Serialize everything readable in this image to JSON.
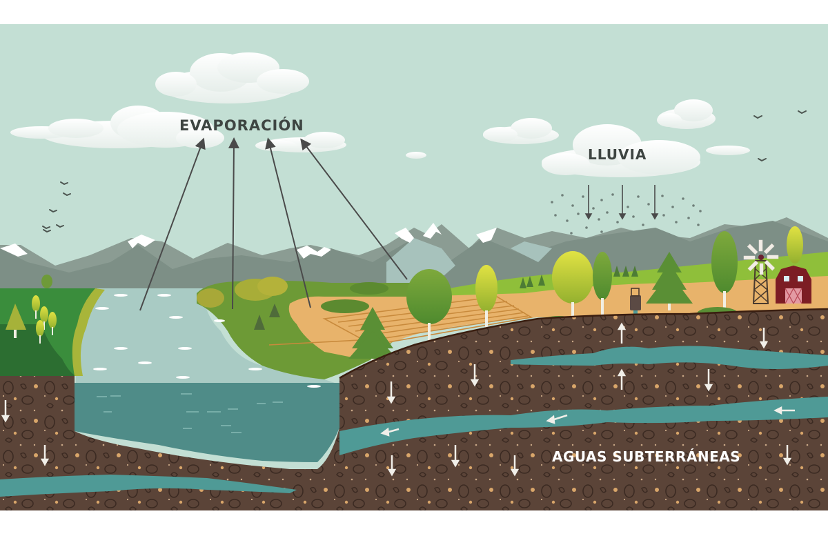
{
  "diagram": {
    "type": "water-cycle-illustration",
    "language": "es",
    "labels": {
      "evaporation": "EVAPORACIÓN",
      "rain": "LLUVIA",
      "groundwater": "AGUAS SUBTERRÁNEAS"
    },
    "colors": {
      "sky": "#c3dfd4",
      "cloud": "#f6f8f6",
      "mountain_dark": "#7f9087",
      "mountain_light": "#a3b5ad",
      "snow": "#ffffff",
      "lake_surface": "#a9cbc4",
      "lake_deep": "#4f8c88",
      "aquifer": "#4f9a96",
      "soil": "#5b4438",
      "pebble": "#d9a66a",
      "grass": "#6d9a36",
      "dark_grass": "#2f7a36",
      "sand": "#e8b36b",
      "barn": "#7c1d24",
      "label_dark": "#3e4542",
      "label_light": "#ffffff"
    },
    "elements": [
      "clouds",
      "birds",
      "mountains",
      "lake",
      "forest",
      "farm-field",
      "trees",
      "well",
      "windmill",
      "barn",
      "rain-drops",
      "evaporation-arrows",
      "infiltration-arrows",
      "aquifer-flow-arrows"
    ]
  }
}
